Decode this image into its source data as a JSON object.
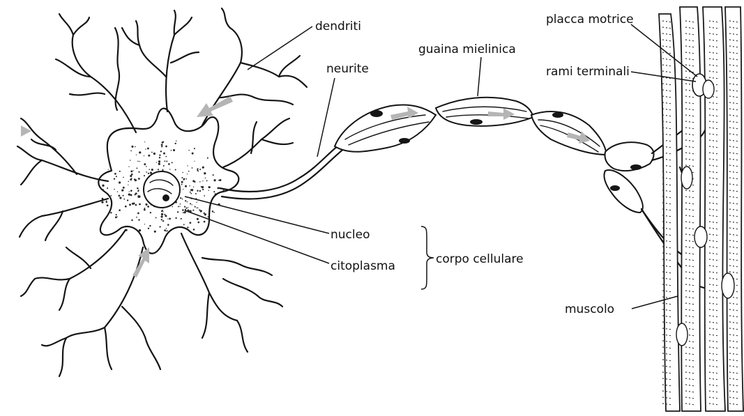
{
  "labels": {
    "dendriti": "dendriti",
    "neurite": "neurite",
    "guaina_mielinica": "guaina mielinica",
    "placca_motrice": "placca motrice",
    "rami_terminali": "rami terminali",
    "nucleo": "nucleo",
    "citoplasma": "citoplasma",
    "corpo_cellulare": "corpo cellulare",
    "muscolo": "muscolo"
  },
  "colors": {
    "ink": "#151515",
    "signal_arrow": "#b5b5b5",
    "background": "#ffffff"
  }
}
